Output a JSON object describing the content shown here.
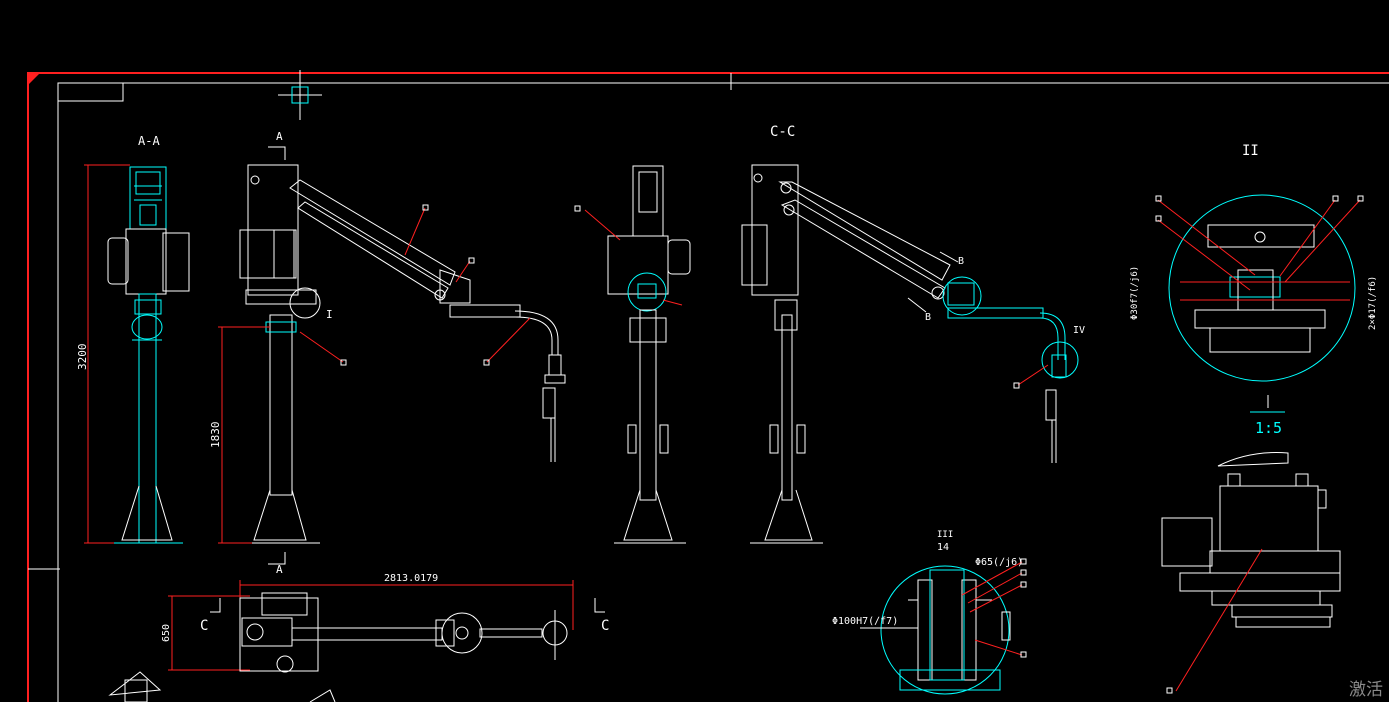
{
  "drawing": {
    "views": {
      "section_aa": "A-A",
      "section_cc": "C-C",
      "section_mark_a_top": "A",
      "section_mark_a_bottom": "A",
      "detail_ii": "II",
      "detail_iii": "III",
      "detail_iv": "IV",
      "detail_i_mark": "I",
      "detail_b_top": "B",
      "detail_b_bottom": "B",
      "plan_c_left": "C",
      "plan_c_right": "C"
    },
    "dimensions": {
      "overall_height": "3200",
      "column_height": "1830",
      "plan_span": "2813.0179",
      "plan_depth": "650",
      "detail_ii_shaft": "Φ30f7(∕j6)",
      "detail_ii_side": "2×Φ17(∕f6)",
      "detail_iii_bore": "Φ65(∕j6)",
      "detail_iii_outer": "Φ100H7(∕f7)"
    },
    "scales": {
      "detail_ii_scale": "1:5",
      "detail_iii_scale": "14"
    },
    "colors": {
      "frame": "#ff2020",
      "lines": "#ffffff",
      "highlight": "#00ffff",
      "leader": "#ff2020"
    }
  },
  "watermark": "激活"
}
